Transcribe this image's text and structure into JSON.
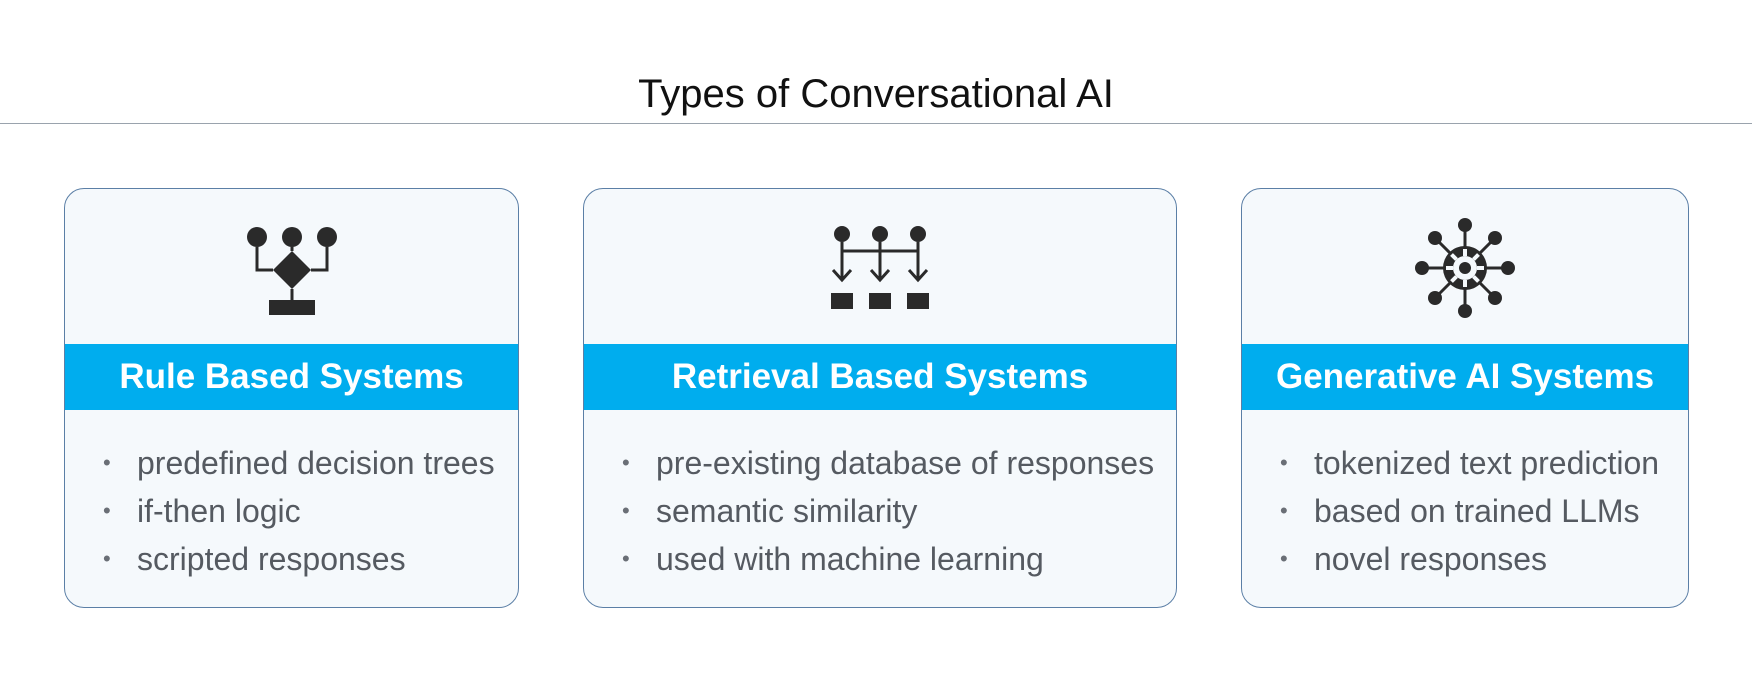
{
  "title": "Types of Conversational AI",
  "colors": {
    "band": "#00adee",
    "card_border": "#5b7fa6",
    "card_background": "#f5f9fc",
    "icon": "#2a2a2a"
  },
  "cards": [
    {
      "icon": "decision-tree-icon",
      "heading": "Rule Based Systems",
      "bullets": [
        "predefined decision trees",
        "if-then logic",
        "scripted responses"
      ]
    },
    {
      "icon": "retrieval-arrows-icon",
      "heading": "Retrieval Based Systems",
      "bullets": [
        "pre-existing database of responses",
        "semantic similarity",
        "used with machine learning"
      ]
    },
    {
      "icon": "neural-gear-icon",
      "heading": "Generative AI Systems",
      "bullets": [
        "tokenized text prediction",
        "based on trained LLMs",
        "novel responses"
      ]
    }
  ]
}
